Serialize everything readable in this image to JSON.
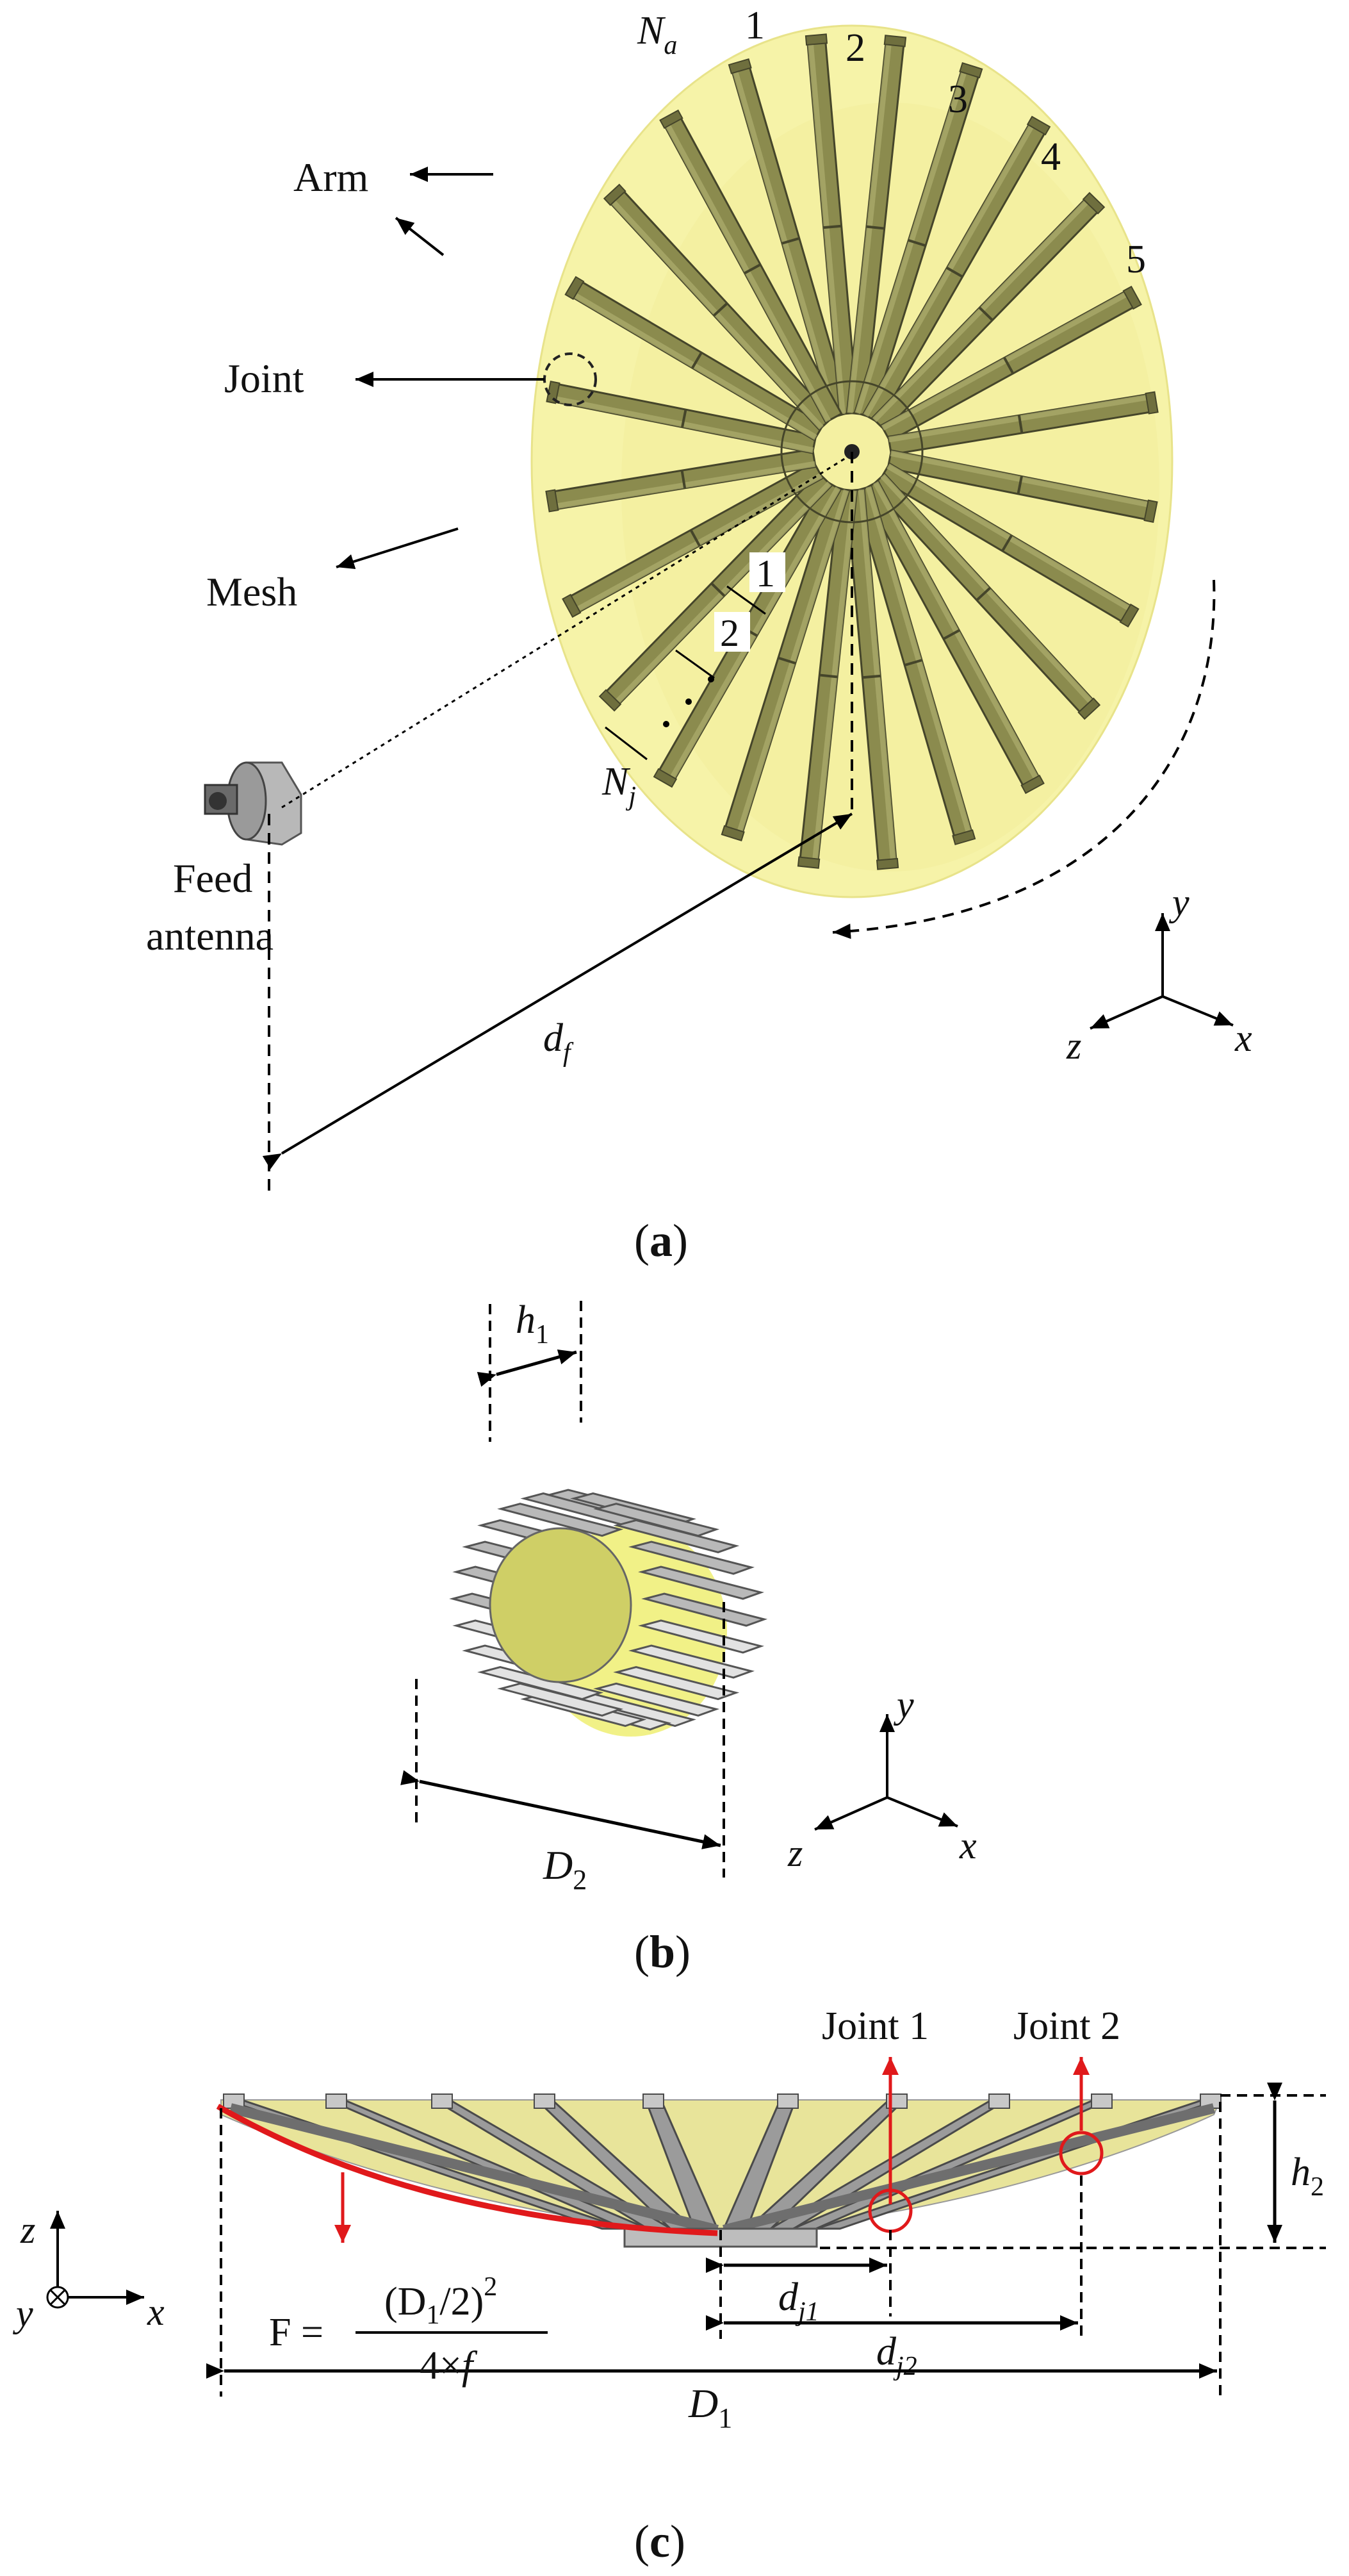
{
  "panel_a": {
    "arm_numbers": [
      "1",
      "2",
      "3",
      "4",
      "5"
    ],
    "na": "N",
    "na_sub": "a",
    "arm": "Arm",
    "joint": "Joint",
    "mesh": "Mesh",
    "joint_numbers": [
      "1",
      "2"
    ],
    "nj": "N",
    "nj_sub": "j",
    "feed_line1": "Feed",
    "feed_line2": "antenna",
    "df": "d",
    "df_sub": "f",
    "axes": {
      "y": "y",
      "z": "z",
      "x": "x"
    },
    "caption_letter": "a"
  },
  "panel_b": {
    "h1": "h",
    "h1_sub": "1",
    "d2": "D",
    "d2_sub": "2",
    "axes": {
      "y": "y",
      "z": "z",
      "x": "x"
    },
    "caption_letter": "b"
  },
  "panel_c": {
    "joint1": "Joint 1",
    "joint2": "Joint 2",
    "h2": "h",
    "h2_sub": "2",
    "dj1": "d",
    "dj1_sub": "j1",
    "dj2": "d",
    "dj2_sub": "j2",
    "d1": "D",
    "d1_sub": "1",
    "formula_lhs": "F =",
    "formula_num": "(D",
    "formula_num_sub": "1",
    "formula_num_rest": "/2)",
    "formula_num_sup": "2",
    "formula_den": "4×",
    "formula_den_var": "f",
    "axes": {
      "z": "z",
      "y": "y",
      "x": "x"
    },
    "caption_letter": "c"
  },
  "colors": {
    "mesh": "#f6f3a8",
    "arm": "#8b8b4e",
    "arm_stroke": "#45452a",
    "grey_arm": "#b9b9b9",
    "red": "#e0191b"
  }
}
